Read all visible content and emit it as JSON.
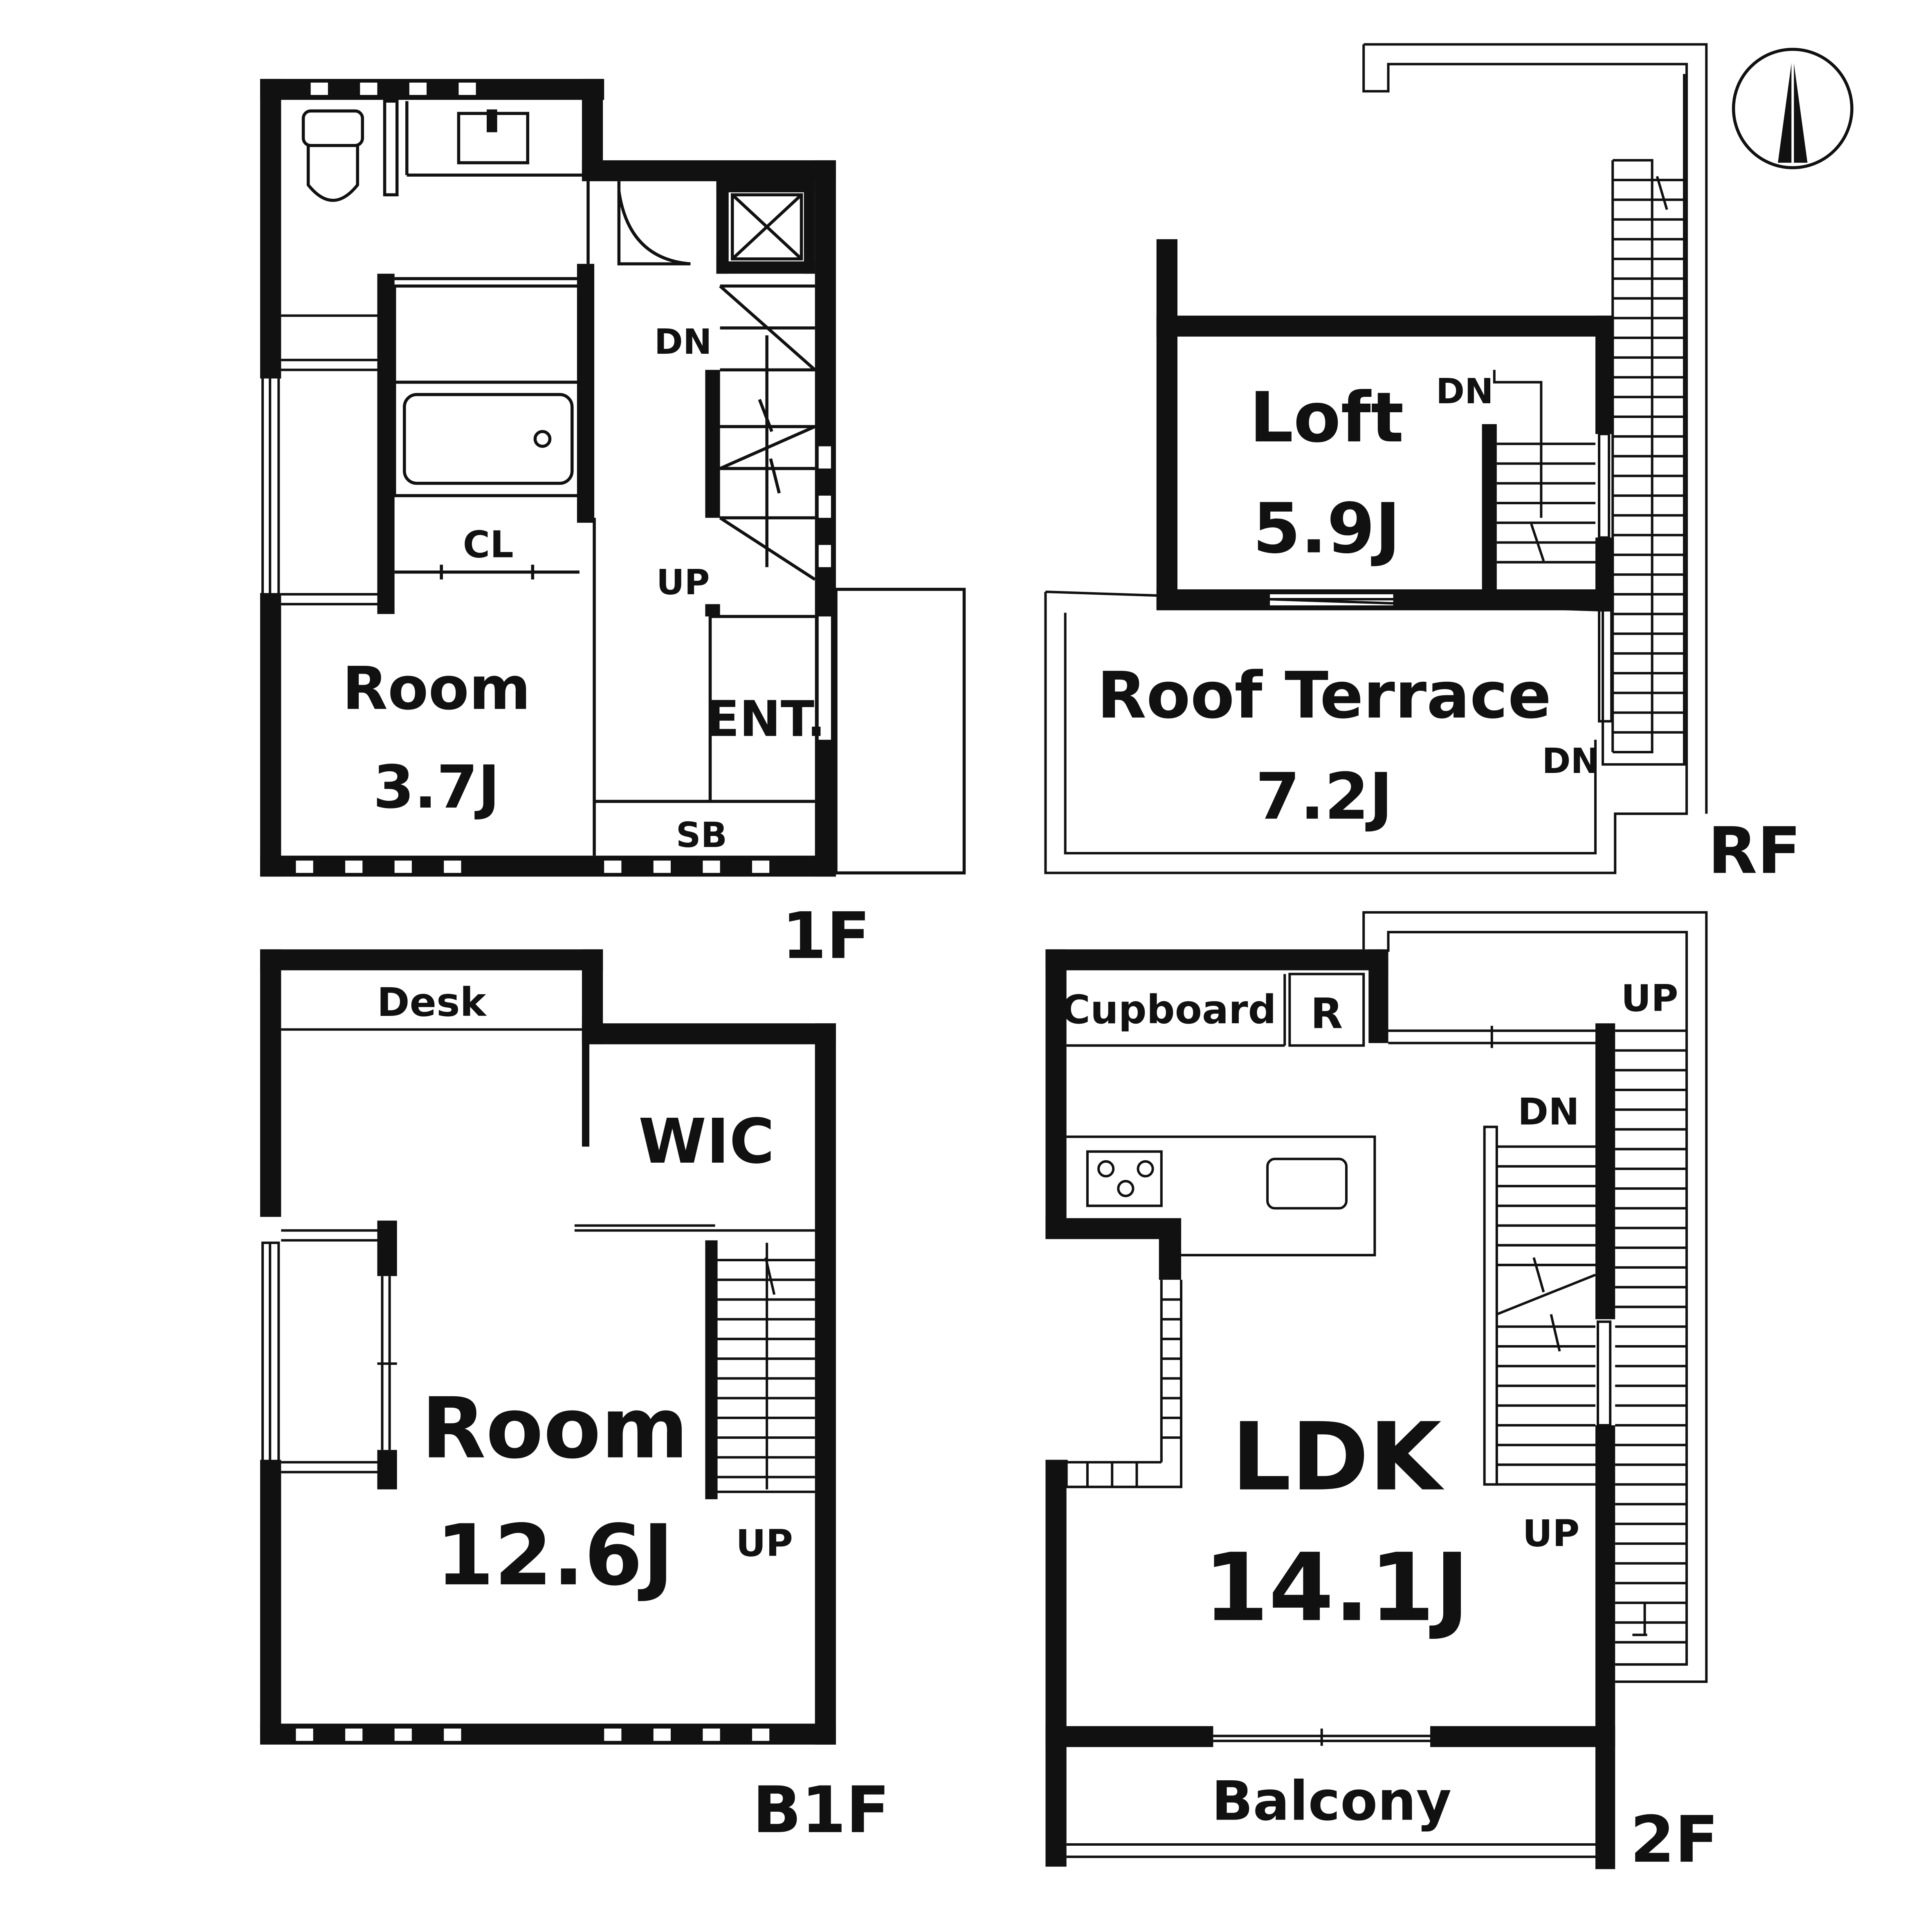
{
  "colors": {
    "wall": "#111111",
    "background": "#ffffff"
  },
  "floor_1f": {
    "level": "1F",
    "room": {
      "name": "Room",
      "size": "3.7J"
    },
    "closet": "CL",
    "entrance": "ENT.",
    "shoe_box": "SB",
    "stair_down": "DN",
    "stair_up": "UP"
  },
  "floor_b1f": {
    "level": "B1F",
    "room": {
      "name": "Room",
      "size": "12.6J"
    },
    "desk": "Desk",
    "wic": "WIC",
    "stair_up": "UP"
  },
  "floor_rf": {
    "level": "RF",
    "loft": {
      "name": "Loft",
      "size": "5.9J"
    },
    "terrace": {
      "name": "Roof Terrace",
      "size": "7.2J"
    },
    "stair_down_inner": "DN",
    "stair_down_outer": "DN"
  },
  "floor_2f": {
    "level": "2F",
    "ldk": {
      "name": "LDK",
      "size": "14.1J"
    },
    "cupboard": "Cupboard",
    "refrigerator": "R",
    "balcony": "Balcony",
    "stair_down": "DN",
    "stair_up_inner": "UP",
    "stair_up_outer": "UP"
  },
  "north_arrow_icon": "north-arrow-icon"
}
